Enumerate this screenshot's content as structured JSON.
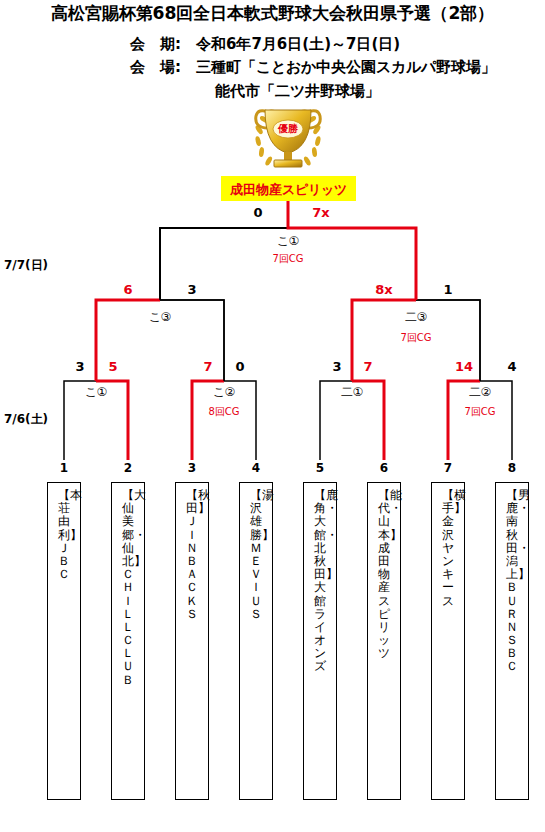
{
  "diagram": {
    "title": "高松宮賜杯第68回全日本軟式野球大会秋田県予選（2部）",
    "nodes": [
      {
        "text": [
          "成田物産スピリッツ"
        ]
      },
      {
        "text": [
          "1",
          "【本荘由利】",
          "ＪＢＣ"
        ]
      },
      {
        "text": [
          "2",
          "【大仙美郷・仙北】",
          "ＣＨＩＬＬ　ＣＬＵＢ"
        ]
      },
      {
        "text": [
          "3",
          "【秋田】",
          "ＪＩＮＢＡＣＫＳ"
        ]
      },
      {
        "text": [
          "4",
          "【湯沢雄勝】",
          "ＭＥＶＩＵＳ"
        ]
      },
      {
        "text": [
          "5",
          "【鹿角・大館・北秋田】",
          "大館ライオンズ"
        ]
      },
      {
        "text": [
          "6",
          "【能代・山本】",
          "成田物産スピリッツ"
        ]
      },
      {
        "text": [
          "7",
          "【横手】",
          "金沢ヤンキース"
        ]
      },
      {
        "text": [
          "8",
          "【男鹿・南秋田・潟上】",
          "ＢＵＲＮＳ　ＢＣ"
        ]
      }
    ],
    "edges": [
      {
        "from": 1,
        "to": 0,
        "arrow": "none"
      },
      {
        "from": 2,
        "to": 0,
        "arrow": "none"
      },
      {
        "from": 3,
        "to": 0,
        "arrow": "none"
      },
      {
        "from": 4,
        "to": 0,
        "arrow": "none"
      },
      {
        "from": 5,
        "to": 0,
        "arrow": "none"
      },
      {
        "from": 6,
        "to": 0,
        "arrow": "none"
      },
      {
        "from": 7,
        "to": 0,
        "arrow": "none"
      },
      {
        "from": 8,
        "to": 0,
        "arrow": "none"
      }
    ],
    "labels": [
      "会　期:　令和6年7月6日(土)～7日(日)",
      "会　場:　三種町「ことおか中央公園スカルパ野球場」",
      "能代市「二ツ井野球場」",
      "優勝",
      "0",
      "7x",
      "こ①",
      "7回CG",
      "7/7(日)",
      "6",
      "3",
      "こ③",
      "8x",
      "1",
      "二③",
      "7回CG",
      "3",
      "5",
      "こ①",
      "7",
      "0",
      "こ②",
      "8回CG",
      "3",
      "7",
      "二①",
      "14",
      "4",
      "二②",
      "7回CG",
      "7/6(土)"
    ]
  }
}
